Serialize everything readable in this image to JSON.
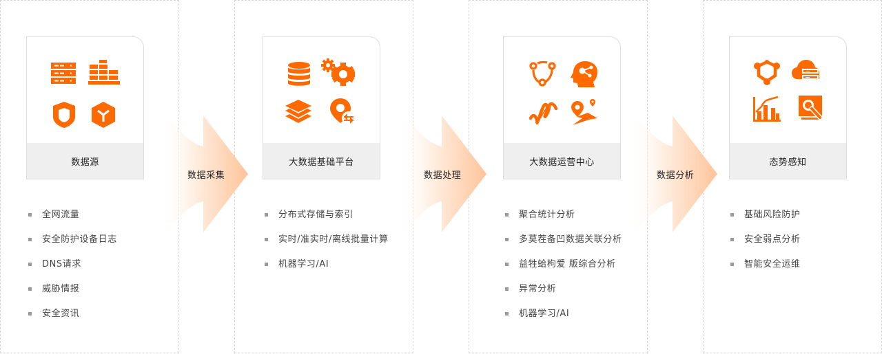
{
  "colors": {
    "accent": "#ff6a00",
    "arrow_gradient_start": "#ffffff",
    "arrow_gradient_end": "#ffc9a0",
    "card_footer_bg": "#efefef",
    "panel_border": "#d4d4d4",
    "bullet": "#9a9a9a"
  },
  "stages": [
    {
      "title": "数据源",
      "icons": [
        "server-rack-icon",
        "bricks-stack-icon",
        "shield-icon",
        "hexagon-node-icon"
      ],
      "items": [
        "全网流量",
        "安全防护设备日志",
        "DNS请求",
        "威胁情报",
        "安全资讯"
      ]
    },
    {
      "title": "大数据基础平台",
      "icons": [
        "database-icon",
        "gears-icon",
        "layers-icon",
        "location-exchange-icon"
      ],
      "items": [
        "分布式存储与索引",
        "实时/准实时/离线批量计算",
        "机器学习/AI"
      ]
    },
    {
      "title": "大数据运营中心",
      "icons": [
        "cycle-nodes-icon",
        "brain-head-icon",
        "dna-icon",
        "map-route-icon"
      ],
      "items": [
        "聚合统计分析",
        "多莫茬备凹数据关联分析",
        "益牲蛤枸爱 版综合分析",
        "异常分析",
        "机器学习/AI"
      ]
    },
    {
      "title": "态势感知",
      "icons": [
        "hexagon-network-icon",
        "cloud-server-icon",
        "trend-chart-icon",
        "monitor-search-icon"
      ],
      "items": [
        "基础风险防护",
        "安全弱点分析",
        "智能安全运维"
      ]
    }
  ],
  "arrows": [
    {
      "label": "数据采集"
    },
    {
      "label": "数据处理"
    },
    {
      "label": "数据分析"
    }
  ]
}
